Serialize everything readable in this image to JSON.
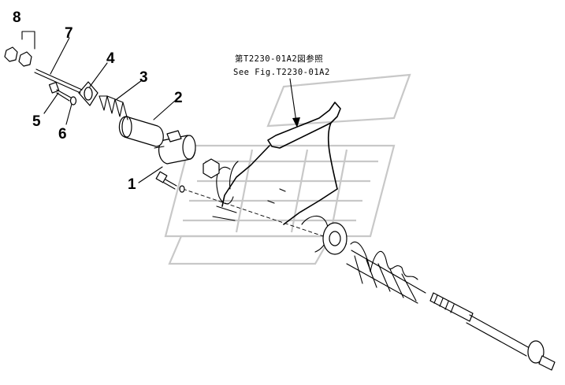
{
  "reference": {
    "jp": "第T2230-01A2図参照",
    "en": "See Fig.T2230-01A2"
  },
  "parts": [
    "1",
    "2",
    "3",
    "4",
    "5",
    "6",
    "7",
    "8"
  ]
}
